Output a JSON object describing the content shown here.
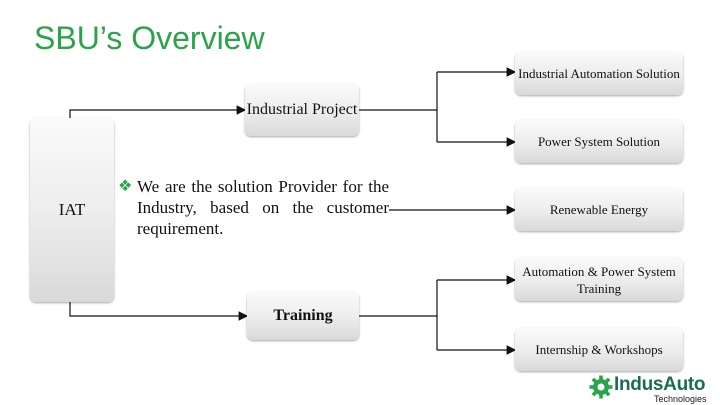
{
  "title": "SBU’s Overview",
  "center": {
    "label": "IAT",
    "description": "We are the solution Provider for the Industry, based on the customer requirement.",
    "bullet_icon": "diamond-bullet-icon"
  },
  "divisions": [
    {
      "label": "Industrial Project"
    },
    {
      "label": "Training"
    }
  ],
  "solutions": [
    {
      "label": "Industrial Automation Solution"
    },
    {
      "label": "Power System Solution"
    },
    {
      "label": "Renewable Energy"
    },
    {
      "label": "Automation & Power System Training"
    },
    {
      "label": "Internship & Workshops"
    }
  ],
  "logo": {
    "main": "IndusAuto",
    "sub": "Technologies"
  },
  "colors": {
    "title": "#2aa34a",
    "logo": "#1a6c54",
    "connector": "#111111"
  }
}
